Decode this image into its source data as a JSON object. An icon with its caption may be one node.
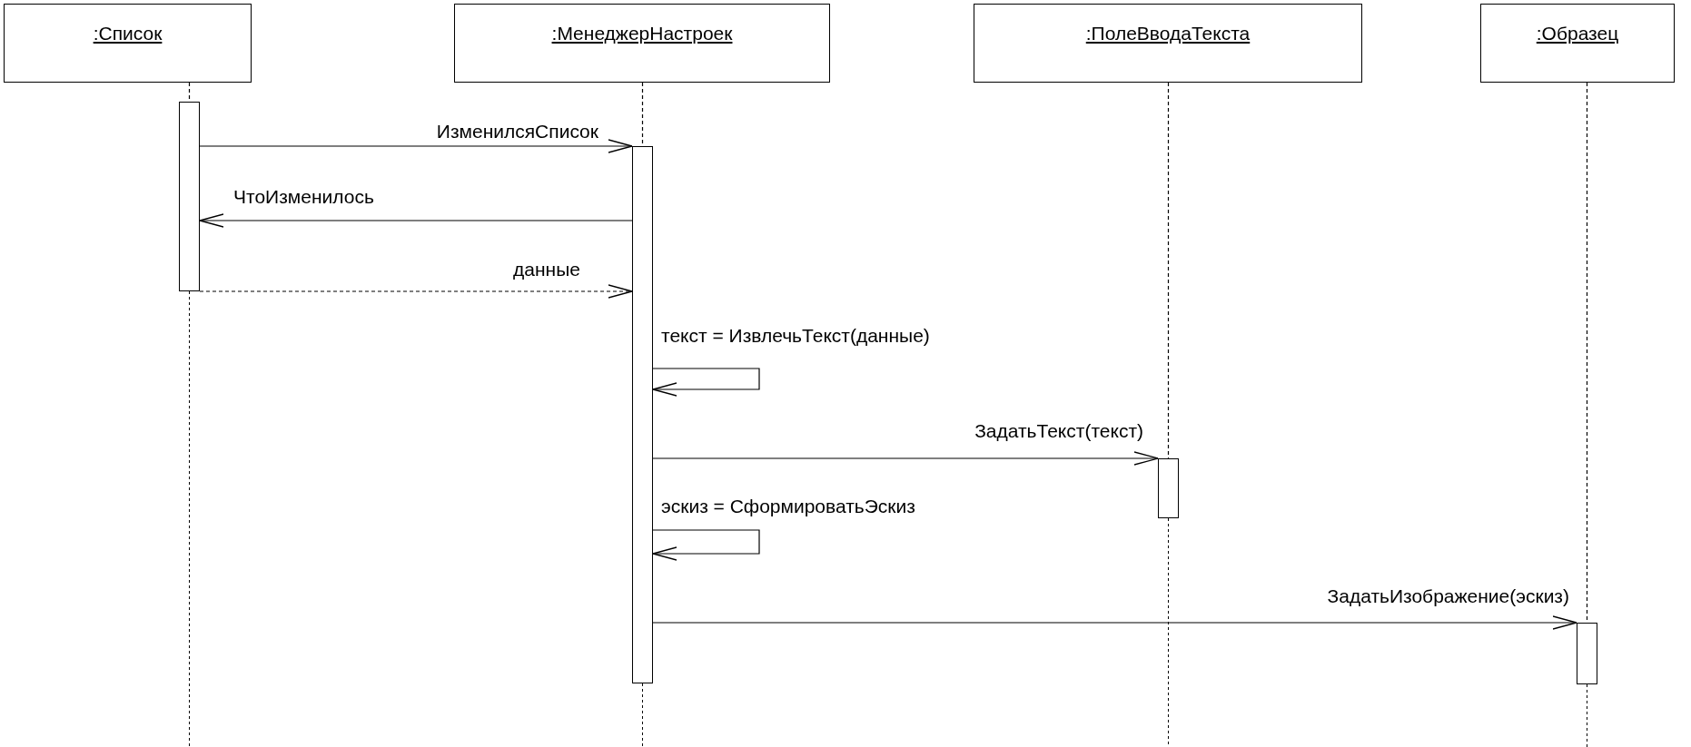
{
  "diagram": {
    "nodes": [
      {
        "text": [
          ":Список"
        ]
      },
      {
        "text": [
          ":МенеджерНастроек"
        ]
      },
      {
        "text": [
          ":ПолеВводаТекста"
        ]
      },
      {
        "text": [
          ":Образец"
        ]
      },
      {
        "text": [],
        "shape": "bar"
      },
      {
        "text": [],
        "shape": "bar"
      },
      {
        "text": [],
        "shape": "bar"
      },
      {
        "text": [],
        "shape": "bar"
      }
    ],
    "edges": [
      {
        "from": 0,
        "to": 4,
        "arrow": "none",
        "style": "dashed"
      },
      {
        "from": 1,
        "to": 5,
        "arrow": "none",
        "style": "dashed"
      },
      {
        "from": 2,
        "to": 6,
        "arrow": "none",
        "style": "dashed"
      },
      {
        "from": 3,
        "to": 7,
        "arrow": "none",
        "style": "dashed"
      },
      {
        "from": 4,
        "to": 5,
        "arrow": "to",
        "label": "ИзменилсяСписок"
      },
      {
        "from": 5,
        "to": 4,
        "arrow": "to",
        "label": "ЧтоИзменилось"
      },
      {
        "from": 4,
        "to": 5,
        "arrow": "to",
        "label": "данные",
        "style": "dashed"
      },
      {
        "from": 5,
        "to": 5,
        "arrow": "to",
        "label": "текст = ИзвлечьТекст(данные)"
      },
      {
        "from": 5,
        "to": 6,
        "arrow": "to",
        "label": "ЗадатьТекст(текст)"
      },
      {
        "from": 5,
        "to": 5,
        "arrow": "to",
        "label": "эскиз = СформироватьЭскиз"
      },
      {
        "from": 5,
        "to": 7,
        "arrow": "to",
        "label": "ЗадатьИзображение(эскиз)"
      }
    ]
  }
}
